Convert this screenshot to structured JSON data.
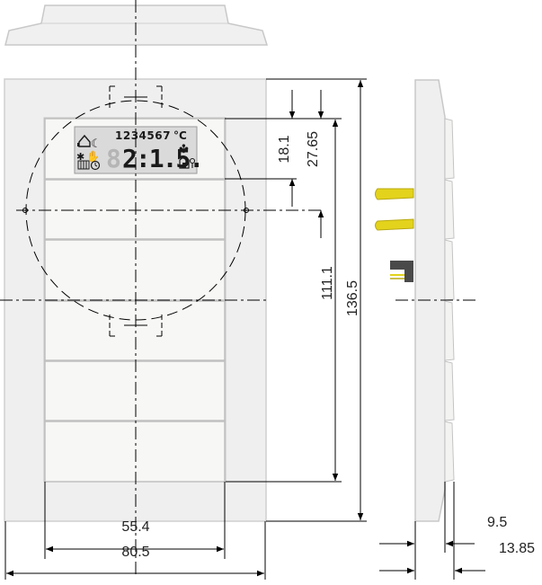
{
  "dimensions": {
    "d18_1": "18.1",
    "d27_65": "27.65",
    "d111_1": "111.1",
    "d136_5": "136.5",
    "d55_4": "55.4",
    "d80_5": "80.5",
    "d9_5": "9.5",
    "d13_85": "13.85"
  },
  "display": {
    "days": "1234567",
    "unit": "°C",
    "time_dim": "8",
    "time": "2:1.5."
  },
  "colors": {
    "frame": "#efefef",
    "frame_stroke": "#c8c8c8",
    "button": "#f7f7f5",
    "button_stroke": "#bdbdbd",
    "lcd": "#d9d9d9",
    "pin": "#e3d31c",
    "terminal": "#4a4a4a",
    "line": "#000000"
  }
}
